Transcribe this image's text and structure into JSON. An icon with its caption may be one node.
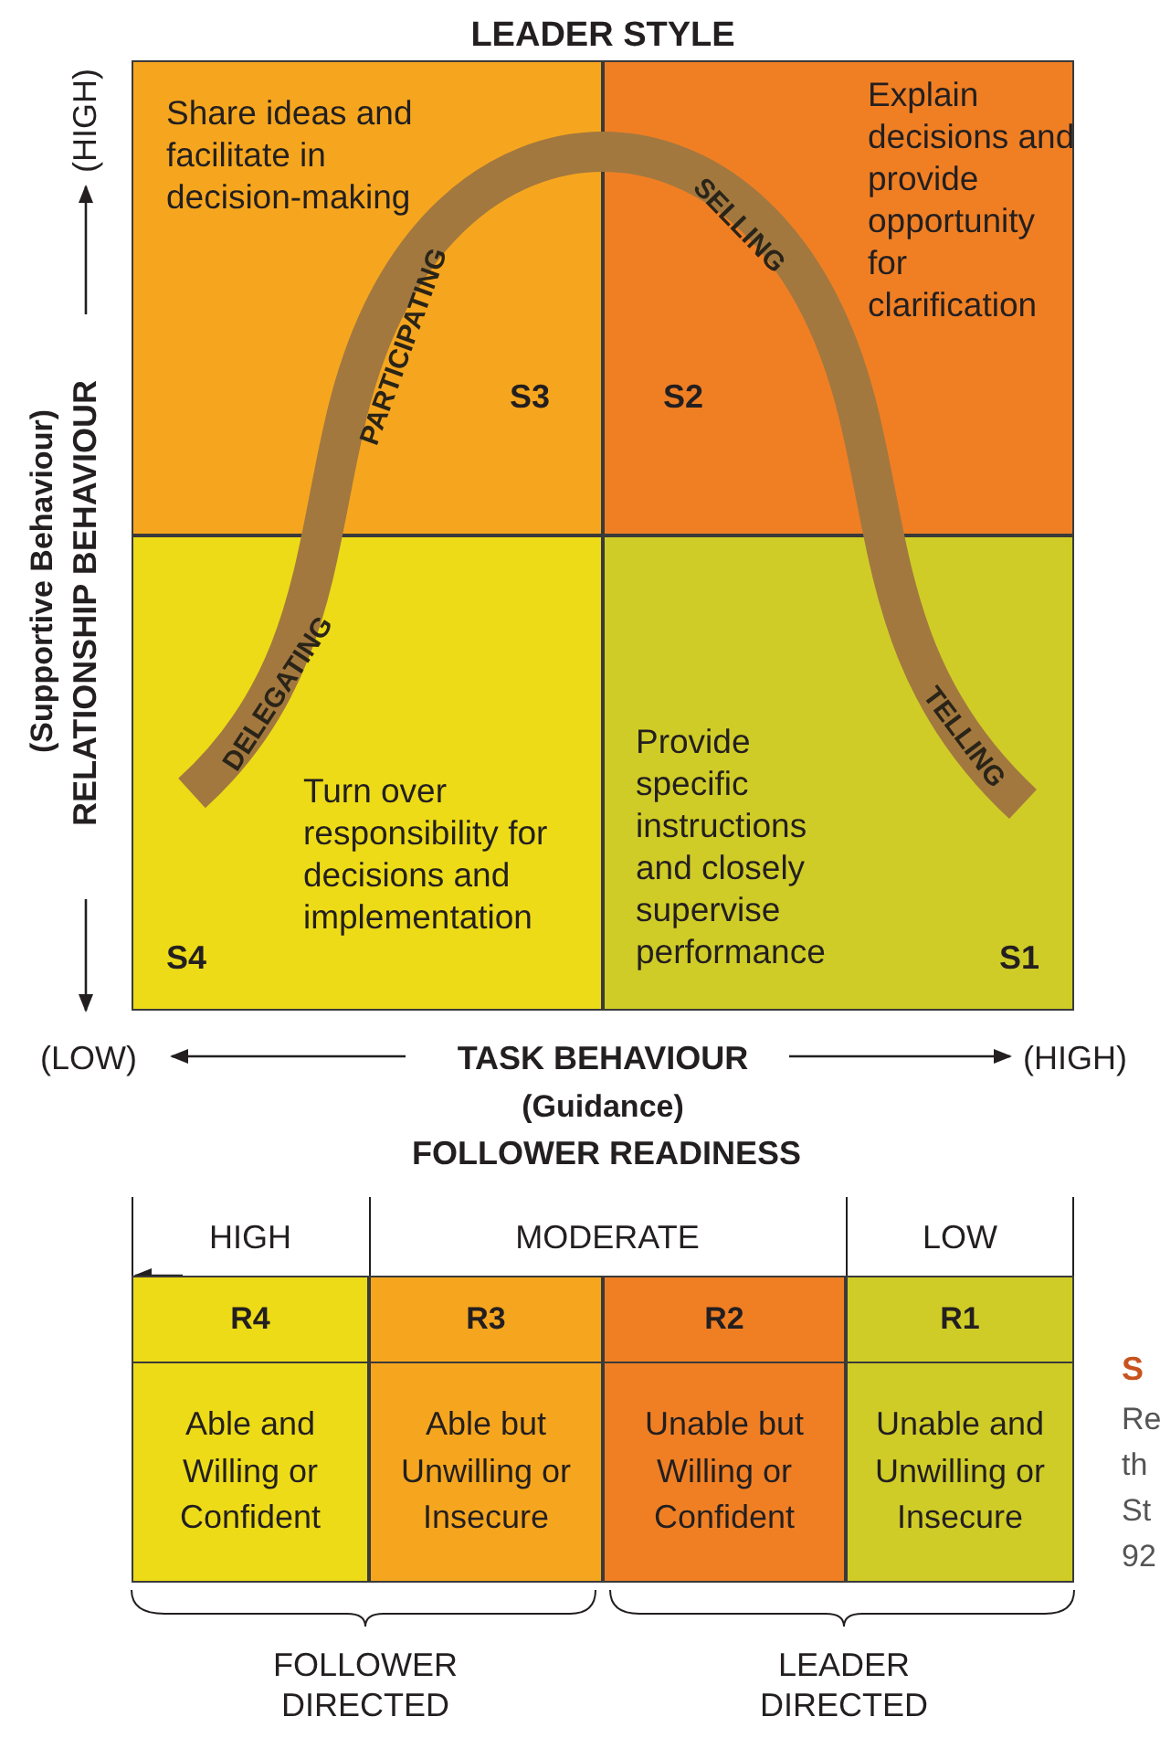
{
  "diagram": {
    "title": "LEADER STYLE",
    "nodes": [
      {
        "text": [
          "Share ideas and facilitate in decision-making",
          "S3"
        ]
      },
      {
        "text": [
          "Explain decisions and provide opportunity for clarification",
          "S2"
        ]
      },
      {
        "text": [
          "Turn over responsibility for decisions and implementation",
          "S4"
        ]
      },
      {
        "text": [
          "Provide specific instructions and closely supervise performance",
          "S1"
        ]
      }
    ],
    "labels": [
      "(HIGH)",
      "(Supportive Behaviour)",
      "RELATIONSHIP BEHAVIOUR",
      "PARTICIPATING",
      "SELLING",
      "DELEGATING",
      "TELLING",
      "(LOW)",
      "TASK BEHAVIOUR",
      "(HIGH)",
      "(Guidance)",
      "FOLLOWER READINESS",
      "HIGH",
      "MODERATE",
      "LOW",
      "R4",
      "R3",
      "R2",
      "R1",
      "Able and Willing or Confident",
      "Able but Unwilling or Insecure",
      "Unable but Willing or Confident",
      "Unable and Unwilling or Insecure",
      "FOLLOWER DIRECTED",
      "LEADER DIRECTED",
      "S",
      "Re",
      "th",
      "St",
      "92"
    ]
  }
}
